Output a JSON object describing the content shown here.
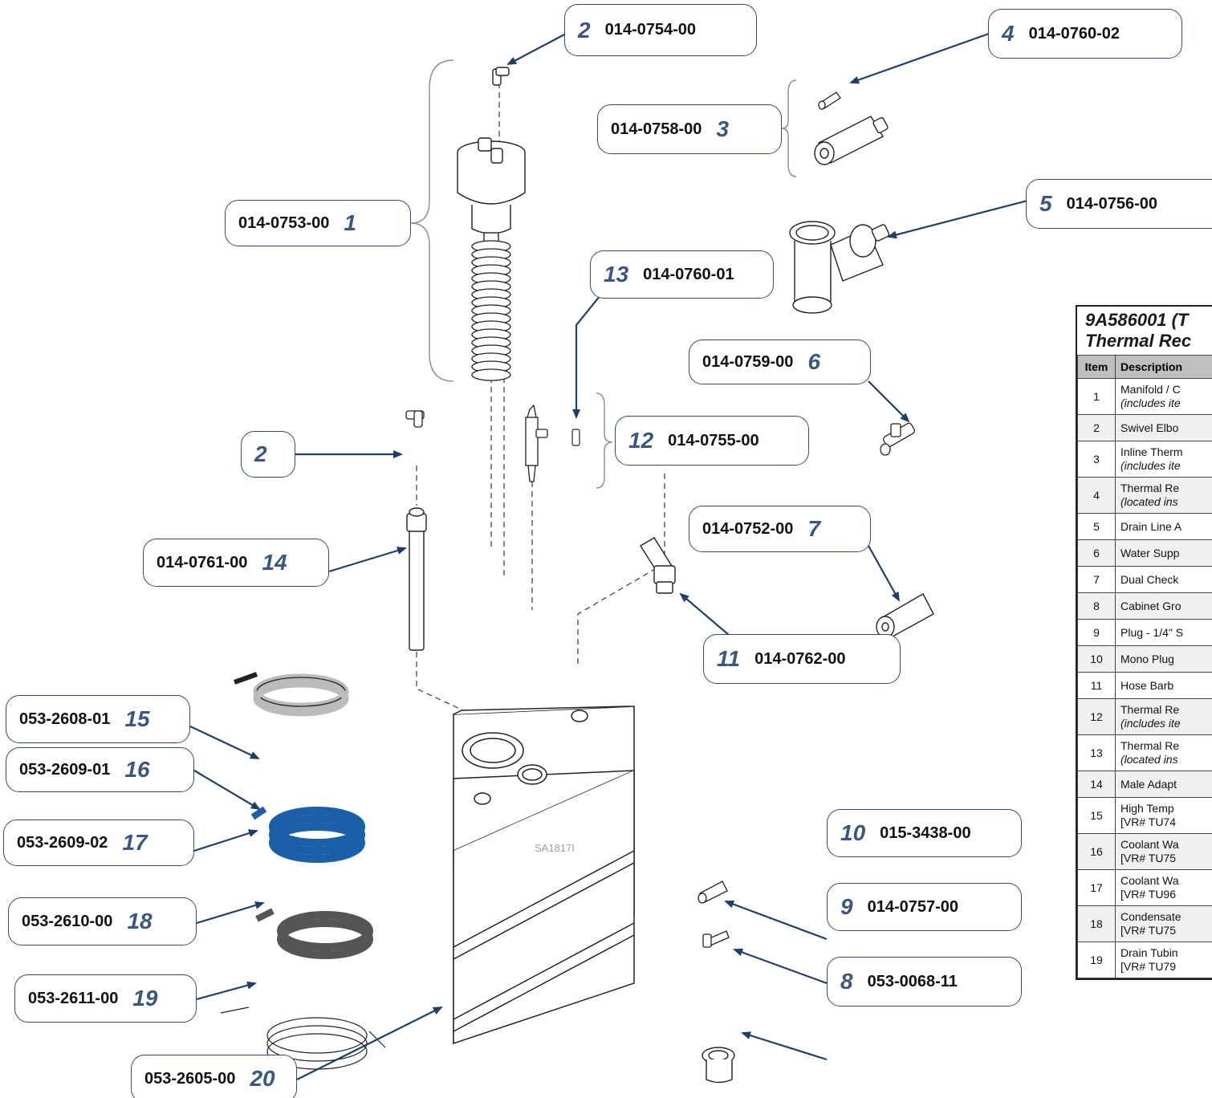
{
  "callouts": [
    {
      "num": "2",
      "pn": "014-0754-00",
      "order": "num-first"
    },
    {
      "num": "4",
      "pn": "014-0760-02",
      "order": "num-first"
    },
    {
      "num": "3",
      "pn": "014-0758-00",
      "order": "pn-first"
    },
    {
      "num": "5",
      "pn": "014-0756-00",
      "order": "num-first"
    },
    {
      "num": "1",
      "pn": "014-0753-00",
      "order": "pn-first"
    },
    {
      "num": "13",
      "pn": "014-0760-01",
      "order": "num-first"
    },
    {
      "num": "6",
      "pn": "014-0759-00",
      "order": "pn-first"
    },
    {
      "num": "2",
      "pn": "",
      "order": "num-first"
    },
    {
      "num": "12",
      "pn": "014-0755-00",
      "order": "num-first"
    },
    {
      "num": "7",
      "pn": "014-0752-00",
      "order": "pn-first"
    },
    {
      "num": "14",
      "pn": "014-0761-00",
      "order": "pn-first"
    },
    {
      "num": "11",
      "pn": "014-0762-00",
      "order": "num-first"
    },
    {
      "num": "15",
      "pn": "053-2608-01",
      "order": "pn-first"
    },
    {
      "num": "16",
      "pn": "053-2609-01",
      "order": "pn-first"
    },
    {
      "num": "10",
      "pn": "015-3438-00",
      "order": "num-first"
    },
    {
      "num": "17",
      "pn": "053-2609-02",
      "order": "pn-first"
    },
    {
      "num": "18",
      "pn": "053-2610-00",
      "order": "pn-first"
    },
    {
      "num": "9",
      "pn": "014-0757-00",
      "order": "num-first"
    },
    {
      "num": "19",
      "pn": "053-2611-00",
      "order": "pn-first"
    },
    {
      "num": "8",
      "pn": "053-0068-11",
      "order": "num-first"
    },
    {
      "num": "20",
      "pn": "053-2605-00",
      "order": "pn-first"
    }
  ],
  "watermark": "SA1817I",
  "table": {
    "title_line1": "9A586001 (T",
    "title_line2": "Thermal Rec",
    "col_item": "Item",
    "col_desc": "Description",
    "rows": [
      {
        "item": "1",
        "desc": "Manifold / C",
        "sub": "(includes ite"
      },
      {
        "item": "2",
        "desc": "Swivel Elbo",
        "sub": ""
      },
      {
        "item": "3",
        "desc": "Inline Therm",
        "sub": "(includes ite"
      },
      {
        "item": "4",
        "desc": "Thermal Re",
        "sub": "(located ins"
      },
      {
        "item": "5",
        "desc": "Drain Line A",
        "sub": ""
      },
      {
        "item": "6",
        "desc": "Water Supp",
        "sub": ""
      },
      {
        "item": "7",
        "desc": "Dual Check",
        "sub": ""
      },
      {
        "item": "8",
        "desc": "Cabinet Gro",
        "sub": ""
      },
      {
        "item": "9",
        "desc": "Plug - 1/4\" S",
        "sub": ""
      },
      {
        "item": "10",
        "desc": "Mono Plug",
        "sub": ""
      },
      {
        "item": "11",
        "desc": "Hose Barb",
        "sub": ""
      },
      {
        "item": "12",
        "desc": "Thermal Re",
        "sub": "(includes ite"
      },
      {
        "item": "13",
        "desc": "Thermal Re",
        "sub": "(located ins"
      },
      {
        "item": "14",
        "desc": "Male Adapt",
        "sub": ""
      },
      {
        "item": "15",
        "desc": "High Temp",
        "sub2": "[VR# TU74"
      },
      {
        "item": "16",
        "desc": "Coolant Wa",
        "sub2": "[VR# TU75"
      },
      {
        "item": "17",
        "desc": "Coolant Wa",
        "sub2": "[VR# TU96"
      },
      {
        "item": "18",
        "desc": "Condensate",
        "sub2": "[VR# TU75"
      },
      {
        "item": "19",
        "desc": "Drain Tubin",
        "sub2": "[VR# TU79"
      }
    ]
  }
}
